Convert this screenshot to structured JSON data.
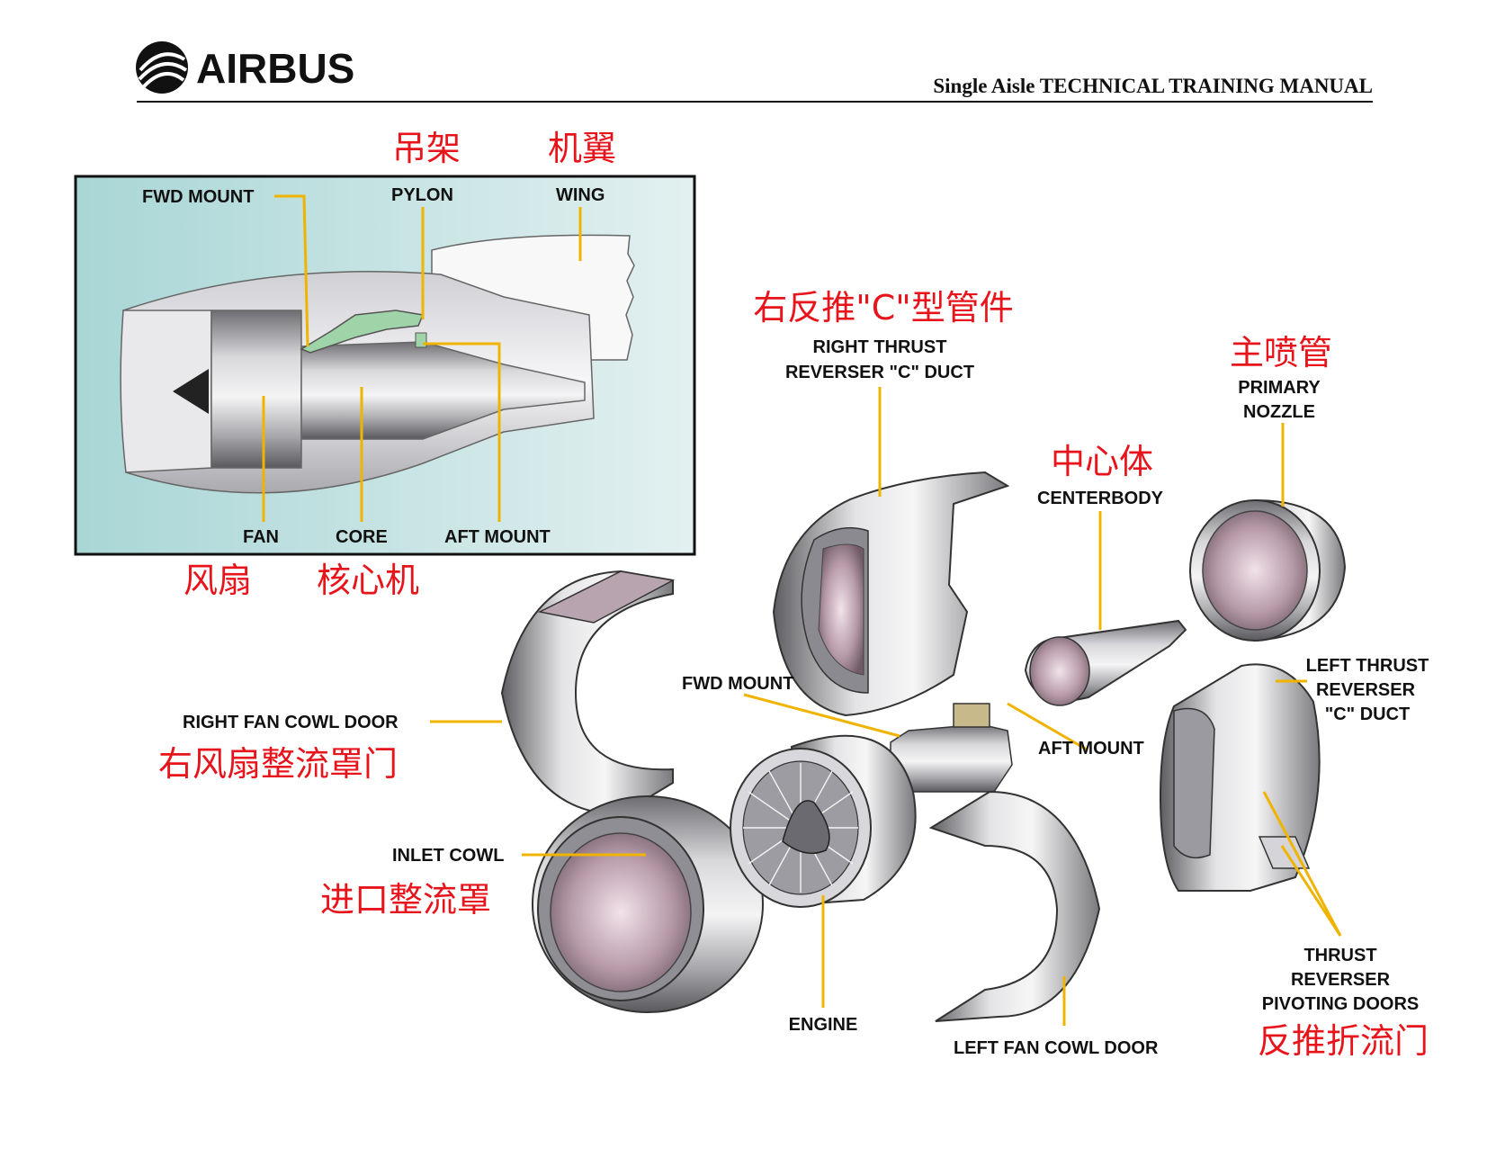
{
  "header": {
    "brand": "AIRBUS",
    "manual_title": "Single Aisle TECHNICAL TRAINING MANUAL"
  },
  "inset": {
    "labels": {
      "fwd_mount": "FWD MOUNT",
      "pylon": "PYLON",
      "wing": "WING",
      "fan": "FAN",
      "core": "CORE",
      "aft_mount": "AFT MOUNT"
    },
    "chinese": {
      "pylon": "吊架",
      "wing": "机翼",
      "fan": "风扇",
      "core": "核心机"
    }
  },
  "exploded": {
    "labels": {
      "right_thrust_reverser_1": "RIGHT THRUST",
      "right_thrust_reverser_2": "REVERSER \"C\" DUCT",
      "primary_nozzle_1": "PRIMARY",
      "primary_nozzle_2": "NOZZLE",
      "centerbody": "CENTERBODY",
      "fwd_mount": "FWD MOUNT",
      "aft_mount": "AFT MOUNT",
      "left_thrust_reverser_1": "LEFT THRUST",
      "left_thrust_reverser_2": "REVERSER",
      "left_thrust_reverser_3": "\"C\" DUCT",
      "right_fan_cowl_door": "RIGHT FAN COWL DOOR",
      "inlet_cowl": "INLET COWL",
      "engine": "ENGINE",
      "left_fan_cowl_door": "LEFT FAN COWL DOOR",
      "pivoting_doors_1": "THRUST",
      "pivoting_doors_2": "REVERSER",
      "pivoting_doors_3": "PIVOTING DOORS"
    },
    "chinese": {
      "right_thrust_reverser": "右反推\"C\"型管件",
      "primary_nozzle": "主喷管",
      "centerbody": "中心体",
      "right_fan_cowl_door": "右风扇整流罩门",
      "inlet_cowl": "进口整流罩",
      "pivoting_doors": "反推折流门"
    }
  },
  "colors": {
    "annotation_red": "#e8141b",
    "leader_yellow": "#f0b400",
    "inset_background": "#bfe0e0"
  }
}
